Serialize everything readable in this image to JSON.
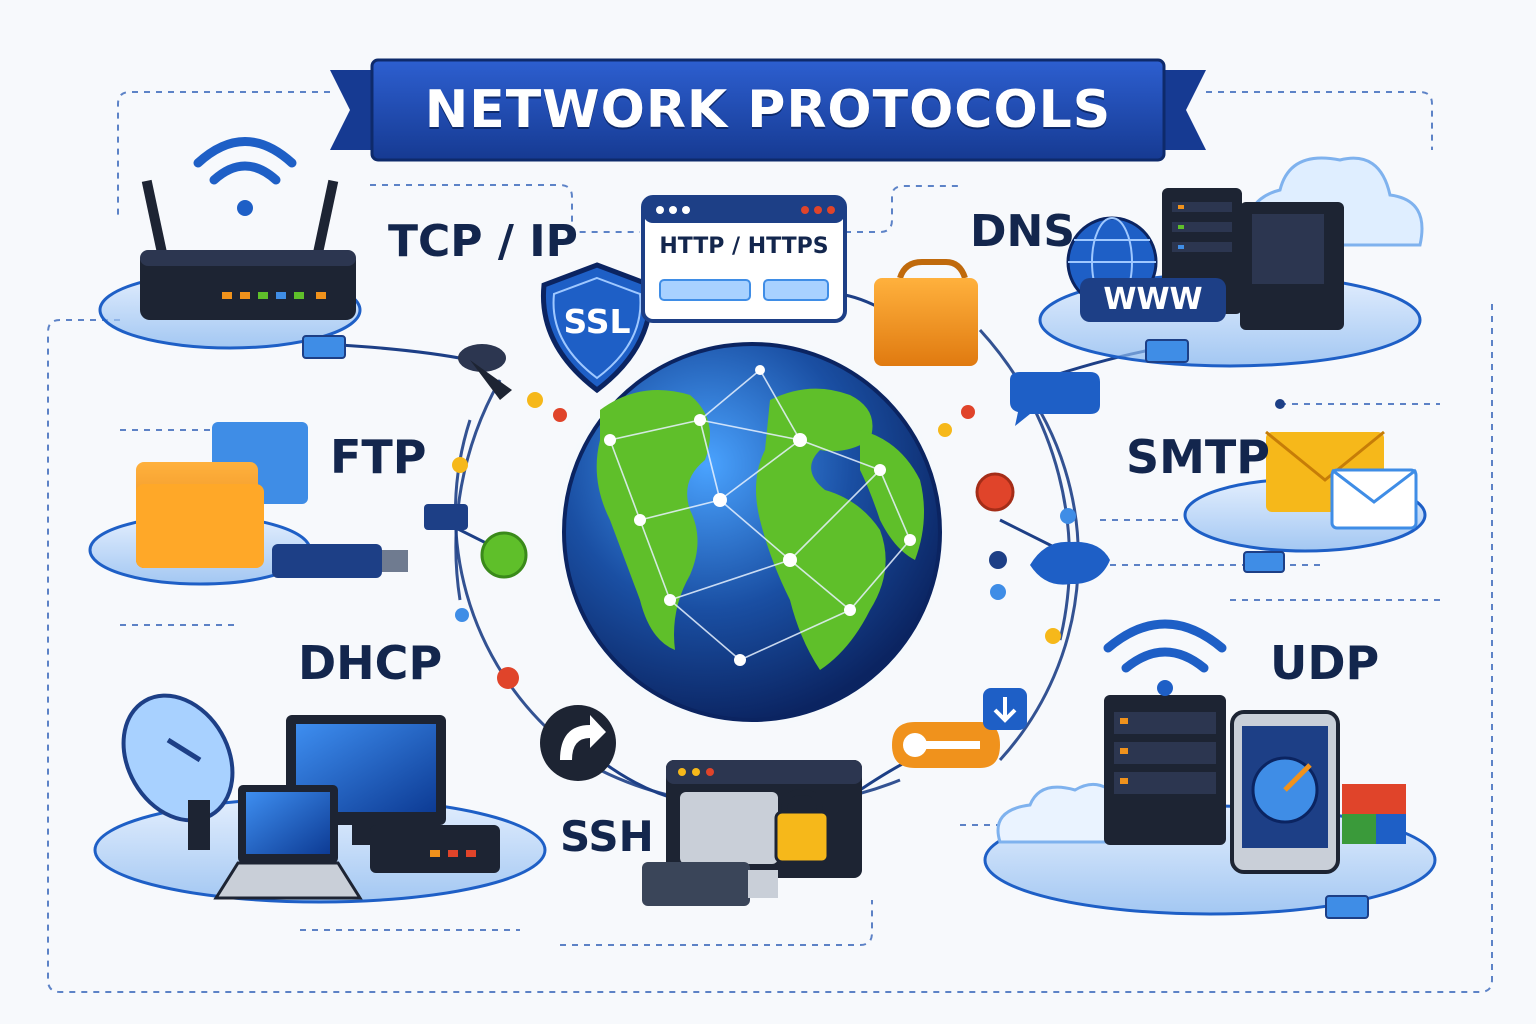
{
  "title": "NETWORK PROTOCOLS",
  "protocols": {
    "tcp_ip": "TCP / IP",
    "ftp": "FTP",
    "dhcp": "DHCP",
    "ssh": "SSH",
    "dns": "DNS",
    "smtp": "SMTP",
    "udp": "UDP"
  },
  "browser_window": {
    "title": "HTTP / HTTPS"
  },
  "shield": {
    "label": "SSL"
  },
  "web_badge": {
    "label": "WWW"
  },
  "colors": {
    "banner": "#1f46a8",
    "primary_blue": "#1e5fc6",
    "globe_ocean": "#1a4fa3",
    "land_green": "#5fbf2a",
    "accent_orange": "#f0921c",
    "accent_yellow": "#f6b81a",
    "accent_red": "#e0442a",
    "device_dark": "#1d2433",
    "label_text": "#13264d"
  }
}
